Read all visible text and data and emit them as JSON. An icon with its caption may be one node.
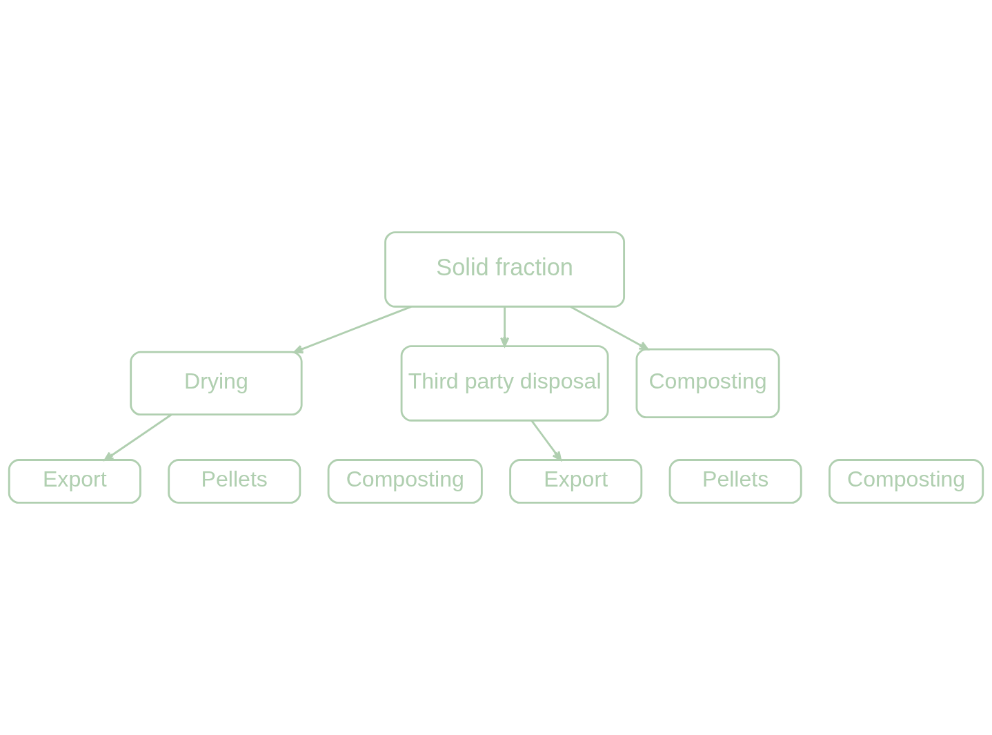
{
  "diagram": {
    "nodes": [
      {
        "text": [
          "Solid fraction"
        ]
      },
      {
        "text": [
          "Drying"
        ]
      },
      {
        "text": [
          "Third party disposal"
        ]
      },
      {
        "text": [
          "Composting"
        ]
      },
      {
        "text": [
          "Export"
        ]
      },
      {
        "text": [
          "Pellets"
        ]
      },
      {
        "text": [
          "Composting"
        ]
      },
      {
        "text": [
          "Export"
        ]
      },
      {
        "text": [
          "Pellets"
        ]
      },
      {
        "text": [
          "Composting"
        ]
      }
    ],
    "edges": [
      {
        "from": 0,
        "to": 1,
        "arrow": "to"
      },
      {
        "from": 0,
        "to": 2,
        "arrow": "to"
      },
      {
        "from": 0,
        "to": 3,
        "arrow": "to"
      },
      {
        "from": 1,
        "to": 4,
        "arrow": "to"
      },
      {
        "from": 2,
        "to": 7,
        "arrow": "to"
      }
    ]
  }
}
